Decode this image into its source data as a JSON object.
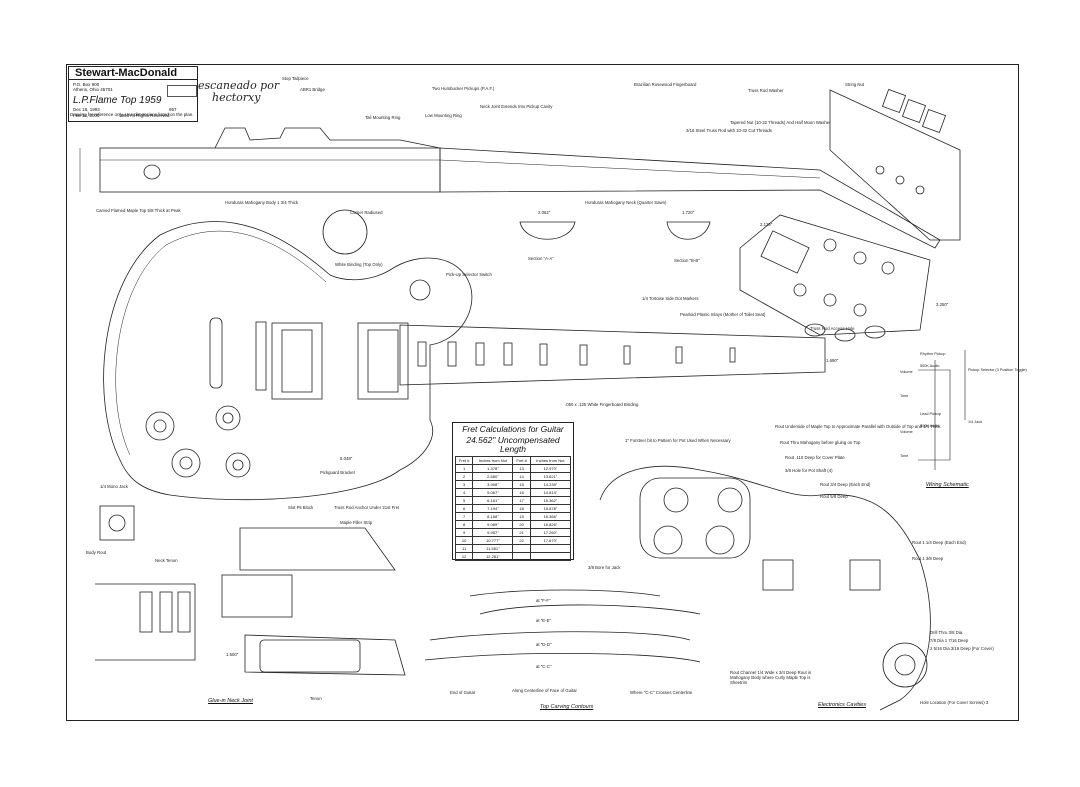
{
  "title_block": {
    "company": "Stewart-MacDonald",
    "address_1": "P.O. Box 900",
    "address_2": "Athens, Ohio 45701",
    "drawn_label": "Dec 18, 1993",
    "rev_label": "Feb 14, 2000",
    "model": "L.P.Flame Top 1959",
    "drawing_no": "957",
    "copyright": "1993 All Rights Reserved",
    "note": "Drawing for reference only. Use dimensions listed on the plan."
  },
  "scan_note": {
    "line1": "escaneado por",
    "line2": "hectorxy"
  },
  "labels": {
    "stop_tailpiece": "Stop Tailpiece",
    "abr_bridge": "ABR1 Bridge",
    "tail_mounting_ring": "Tail Mounting Ring",
    "humbucker": "Two Humbucker Pickups (P.A.F.)",
    "low_ring": "Low Mounting Ring",
    "neck_joint": "Neck Joint Extends Into Pickup Cavity",
    "rosewood": "Brazilian Rosewood Fingerboard",
    "truss_washer": "Truss Rod Washer",
    "string_nut": "String Nut",
    "truss_rod": "3/16 Steel Truss Rod with 10-32 Cut Threads",
    "tapered_nut": "Tapered Nut (10-32 Threads) And Half Moon Washer",
    "mahogany_body": "Honduras Mahogany Body 1 3/4 Thick",
    "mahogany_neck": "Honduras Mahogany Neck (Quarter Sawn)",
    "maple_top": "Carved Flamed Maple Top 5/8 Thick at Peak",
    "corner_radius": "Corner Radiused",
    "white_binding": "White Binding (Top Only)",
    "section_aa": "Section \"A-A\"",
    "section_bb": "Section \"B-B\"",
    "pickup_selector": "Pick-Up Selector Switch",
    "dot_markers": "1/4 Tortoise Side Dot Markers",
    "inlays": "Pearloid Plastic Inlays (Mother of Toilet Seat)",
    "access_hole": "Truss Rod Access Hole",
    "fb_binding": ".050 x .125 White Fingerboard Binding",
    "pickguard": "Pickguard Bracket",
    "slot_block": "Slot Pit Block",
    "truss_anchor": "Truss Rod Anchor Under 21st Fret",
    "maple_filler": "Maple Filler Strip",
    "body_routing": "Body Rout",
    "neck_tenon": "Neck Tenon",
    "tenon": "Tenon",
    "jack": "1/4 Mono Jack",
    "bore_jack": "3/8 Bore for Jack",
    "forstner": "1\" Forstner bit to Pattern for Pot Used When Necessary",
    "rout_underside": "Rout Underside of Maple Top to Approximate Parallel with Outside of Top and 1/4 Thick",
    "rout_thru": "Rout Thru Mahogany before gluing on Top",
    "rout_cover": "Rout .110 Deep for Cover Plate",
    "hole_pot": "3/8 Hole for Pot Shaft (4)",
    "rout_each": "Rout 3/4 Deep (Each End)",
    "rout_deep": "Rout 5/8 Deep",
    "rout_1_1_4": "Rout 1 1/4 Deep (Each End)",
    "rout_1_4": "Rout 1 3/8 Deep",
    "drill_thru": "Drill Thru 3/8 Dia.",
    "rout_channel": "Rout Channel 1/4 Wide x 3/4 Deep Rout in Mahogany Body where Curly Maple Top is Sheetrim",
    "hole_location": "Hole Location (For Cover Screws) 3",
    "deep_dia": "7/8 Dia 1 7/16 Deep",
    "deep_cover": "2 5/16 Dia 3/16 Deep (For Cover)",
    "end_guitar": "End of Guitar",
    "along_centerline": "Along Centerline of Face of Guitar",
    "where_cc": "Where \"C-C\" Crosses Centerline",
    "at_ff": "at \"F-F\"",
    "at_ee": "at \"E-E\"",
    "at_dd": "at \"D-D\"",
    "at_cc": "at \"C-C\"",
    "rhythm_pickup": "Rhythm Pickup",
    "lead_pickup": "Lead Pickup",
    "volume": "Volume",
    "tone": "Tone",
    "pickup_selector_3": "Pickup Selector (3 Position Toggle)",
    "jack_short": "1/4 Jack",
    "pot_500k": "500K Audio",
    "dim_1_690": "1.690\"",
    "dim_2_062": "2.062\"",
    "dim_1_720": "1.720\"",
    "dim_5_048": "5.048\"",
    "dim_1_500": "1.500\"",
    "dim_2_125": "2.125\"",
    "dim_3_250": "3.250\""
  },
  "captions": {
    "neck_joint": "Glue-in Neck Joint",
    "top_carving": "Top Carving Contours",
    "electronics": "Electronics Cavities",
    "wiring": "Wiring Schematic"
  },
  "fret_table": {
    "title_1": "Fret Calculations for Guitar",
    "title_2": "24.562\"  Uncompensated Length",
    "headers": [
      "Fret #",
      "Inches from Nut",
      "Fret #",
      "Inches from Nut"
    ],
    "rows": [
      [
        "1",
        "1.378\"",
        "13",
        "12.970\""
      ],
      [
        "2",
        "2.680\"",
        "14",
        "13.621\""
      ],
      [
        "3",
        "3.908\"",
        "15",
        "14.235\""
      ],
      [
        "4",
        "5.067\"",
        "16",
        "14.814\""
      ],
      [
        "5",
        "6.161\"",
        "17",
        "15.362\""
      ],
      [
        "6",
        "7.194\"",
        "18",
        "15.878\""
      ],
      [
        "7",
        "8.168\"",
        "19",
        "16.366\""
      ],
      [
        "8",
        "9.089\"",
        "20",
        "16.826\""
      ],
      [
        "9",
        "9.957\"",
        "21",
        "17.260\""
      ],
      [
        "10",
        "10.777\"",
        "22",
        "17.670\""
      ],
      [
        "11",
        "11.551\"",
        "",
        ""
      ],
      [
        "12",
        "12.281\"",
        "",
        ""
      ]
    ]
  }
}
